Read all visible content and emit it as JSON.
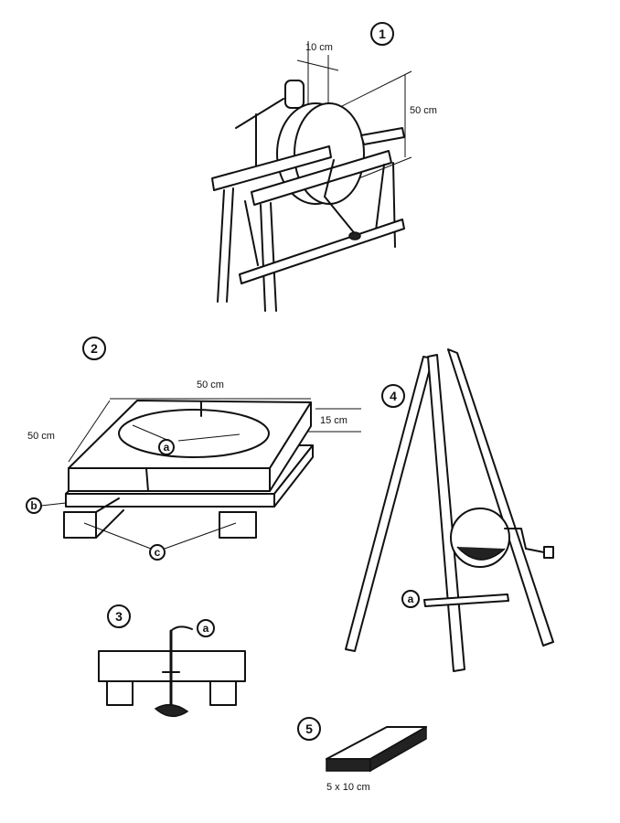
{
  "figures": [
    {
      "number": "1",
      "labels": {
        "width": "10 cm",
        "height": "50 cm"
      }
    },
    {
      "number": "2",
      "labels": {
        "top_width": "50 cm",
        "thickness": "15 cm",
        "depth": "50 cm",
        "a": "a",
        "b": "b",
        "c": "c"
      }
    },
    {
      "number": "3",
      "labels": {
        "a": "a"
      }
    },
    {
      "number": "4",
      "labels": {
        "a": "a"
      }
    },
    {
      "number": "5",
      "labels": {
        "size": "5 x 10 cm"
      }
    }
  ]
}
